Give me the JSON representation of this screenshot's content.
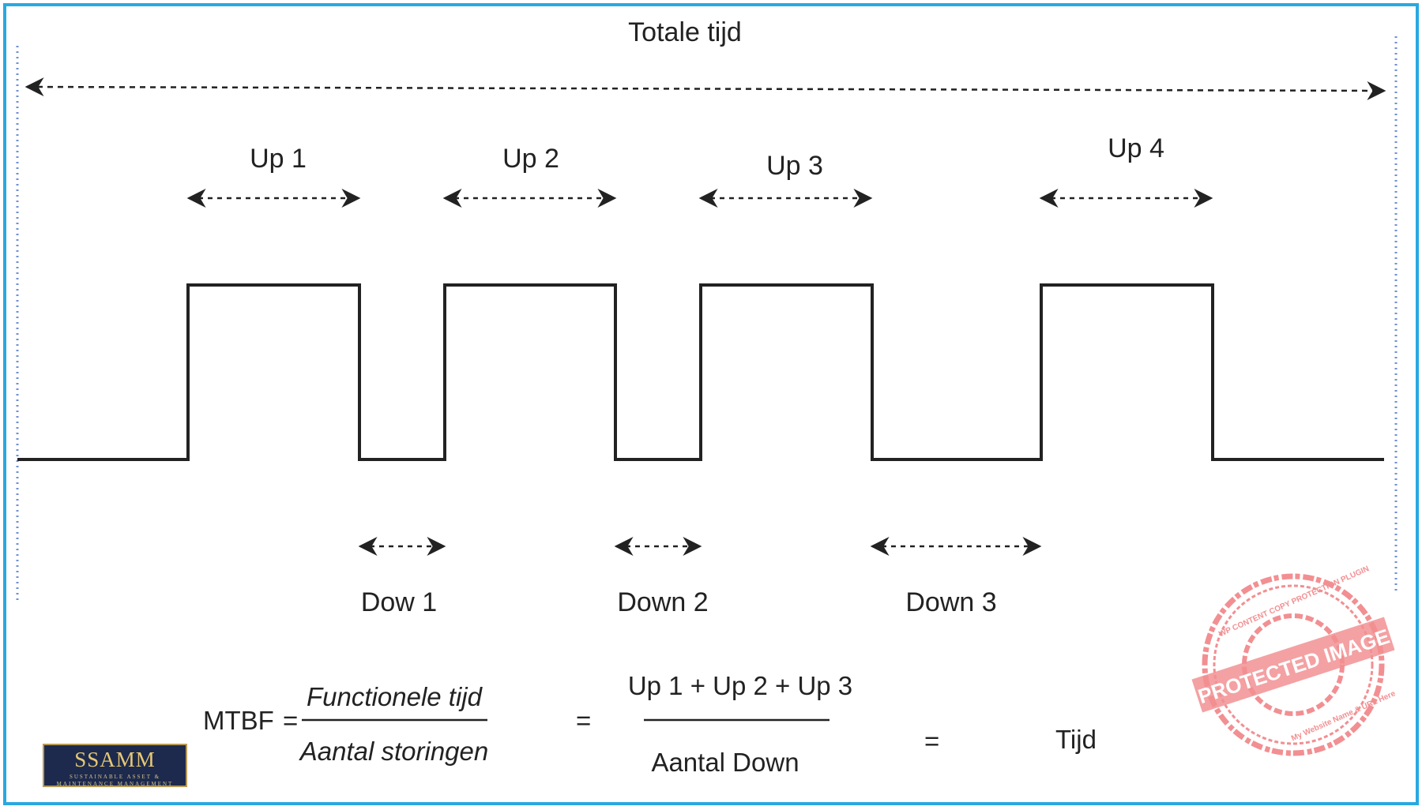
{
  "diagram": {
    "total_label": "Totale tijd",
    "up_labels": [
      "Up 1",
      "Up 2",
      "Up 3",
      "Up 4"
    ],
    "down_labels": [
      "Dow 1",
      "Down 2",
      "Down 3"
    ]
  },
  "formula": {
    "mtbf": "MTBF",
    "eq1": "=",
    "numerator1": "Functionele tijd",
    "denominator1": "Aantal storingen",
    "eq2": "=",
    "numerator2": "Up 1 + Up 2 + Up 3",
    "denominator2": "Aantal Down",
    "eq3": "=",
    "result": "Tijd"
  },
  "logo": {
    "name": "SSAMM",
    "tagline1": "SUSTAINABLE ASSET &",
    "tagline2": "MAINTENANCE MANAGEMENT"
  },
  "watermark": {
    "main": "PROTECTED IMAGE",
    "ring_top": "WP CONTENT COPY PROTECTION PLUGIN",
    "ring_bottom": "My Website Name & URL Here"
  },
  "colors": {
    "frame": "#29a8e0",
    "guide": "#6f8fd6",
    "line": "#222222",
    "stamp": "#e8353a",
    "logo_bg": "#1d2a4d",
    "logo_gold": "#e7c873"
  }
}
